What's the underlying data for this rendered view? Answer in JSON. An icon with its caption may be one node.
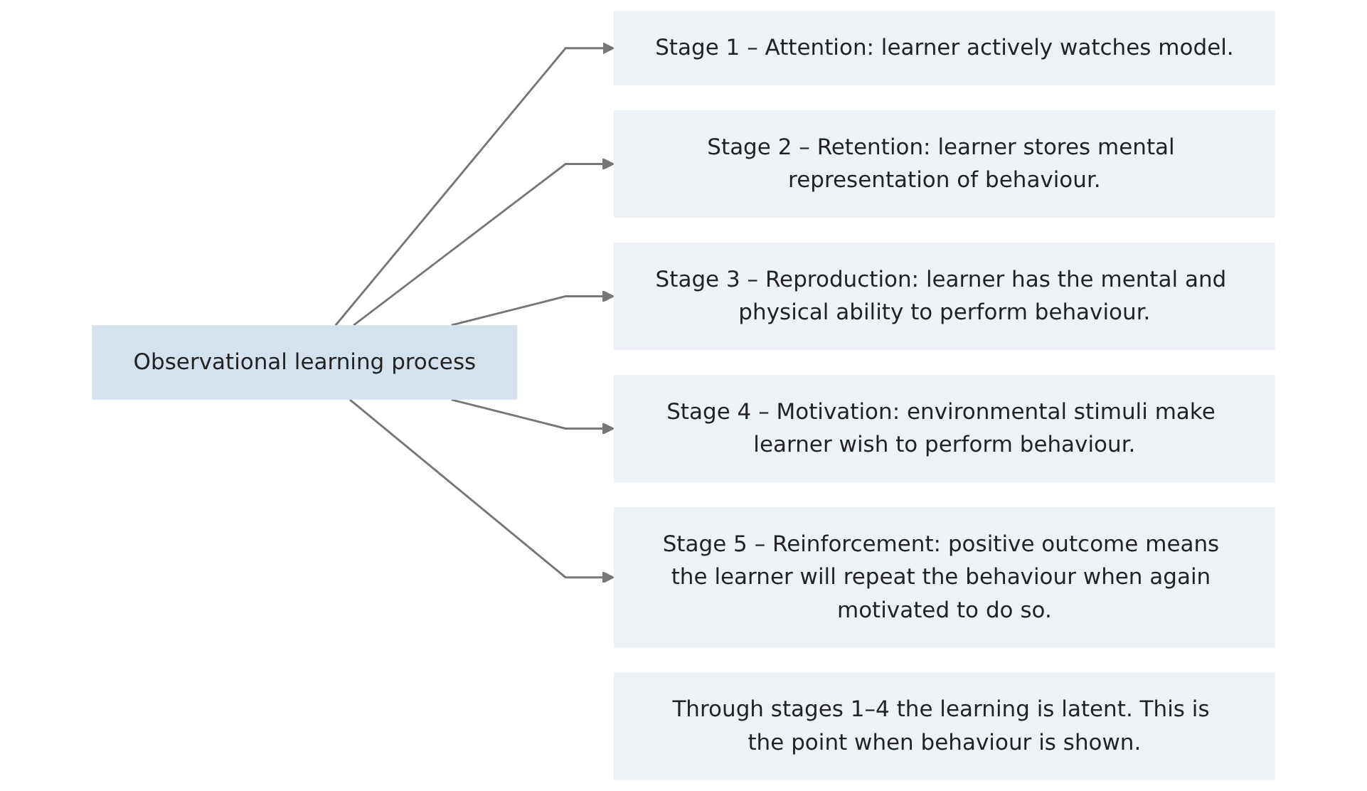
{
  "diagram": {
    "nodes": [
      {
        "text": [
          "Observational learning process"
        ]
      },
      {
        "text": [
          "Stage 1 – Attention: learner actively watches model."
        ]
      },
      {
        "text": [
          "Stage 2 – Retention: learner stores mental representation of behaviour."
        ]
      },
      {
        "text": [
          "Stage 3 – Reproduction: learner has the mental and physical ability to perform behaviour."
        ]
      },
      {
        "text": [
          "Stage 4 – Motivation: environmental stimuli make learner wish to perform behaviour."
        ]
      },
      {
        "text": [
          "Stage 5 – Reinforcement: positive outcome means the learner will repeat the behaviour when again motivated to do so."
        ]
      },
      {
        "text": [
          "Through stages 1–4 the learning is latent. This is the point when behaviour is shown."
        ]
      }
    ],
    "edges": [
      {
        "from": 0,
        "to": 1,
        "arrow": "to"
      },
      {
        "from": 0,
        "to": 2,
        "arrow": "to"
      },
      {
        "from": 0,
        "to": 3,
        "arrow": "to"
      },
      {
        "from": 0,
        "to": 4,
        "arrow": "to"
      },
      {
        "from": 0,
        "to": 5,
        "arrow": "to"
      }
    ]
  }
}
